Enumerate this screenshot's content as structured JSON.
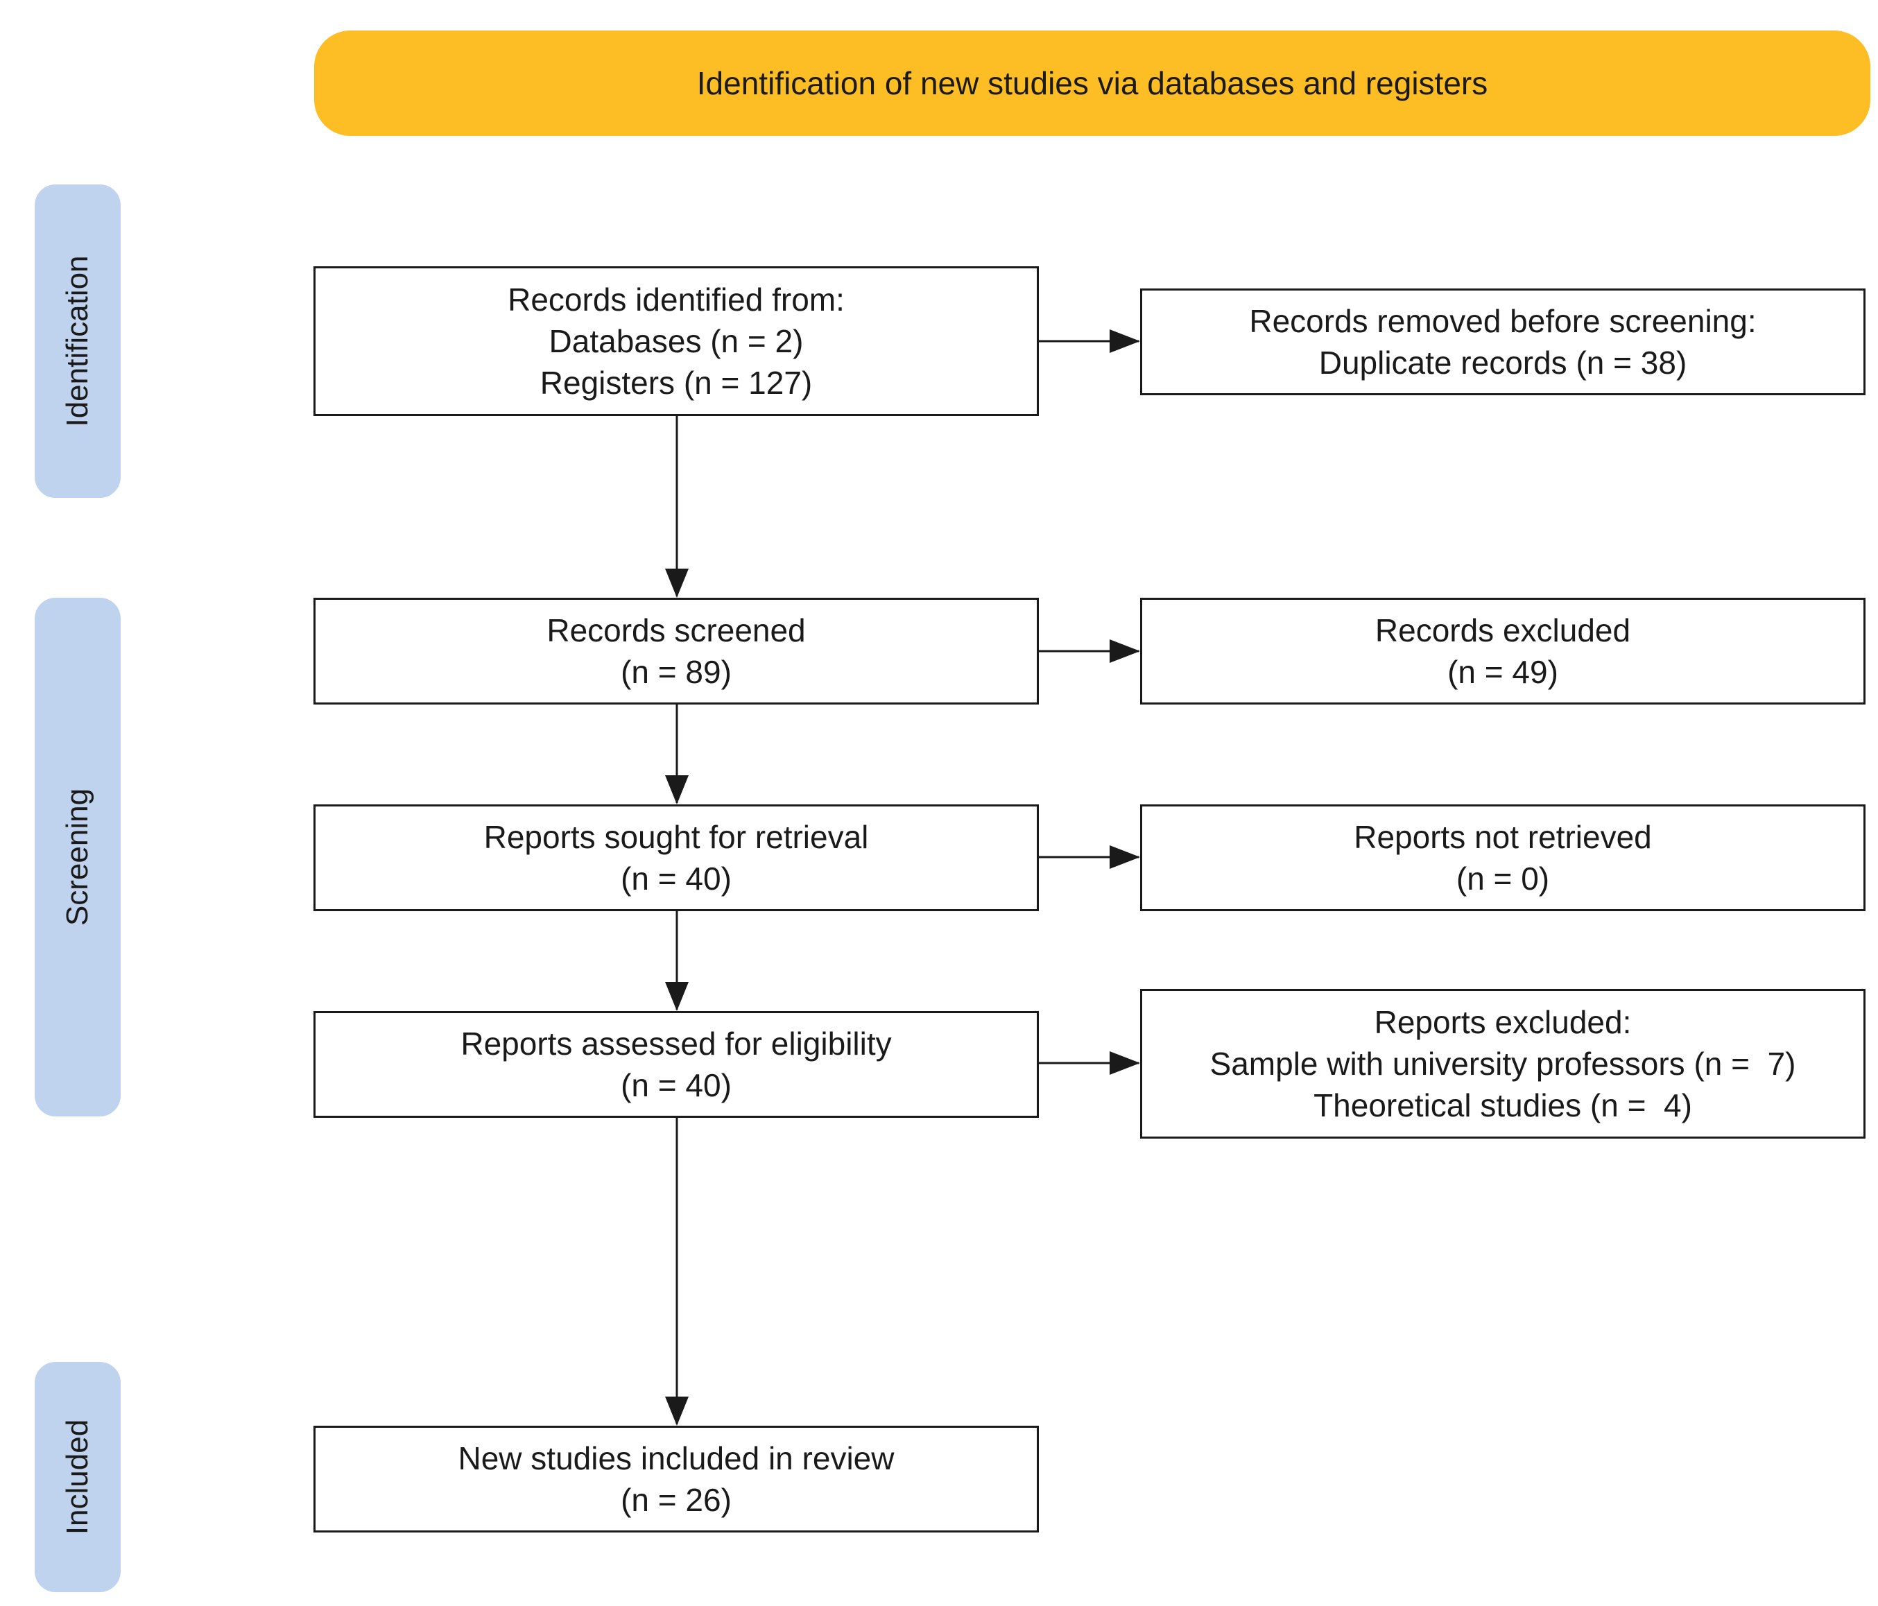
{
  "header": {
    "title": "Identification of new studies via databases and registers"
  },
  "phases": {
    "identification": "Identification",
    "screening": "Screening",
    "included": "Included"
  },
  "boxes": {
    "records_identified": [
      "Records identified from:",
      "Databases (n = 2)",
      "Registers (n = 127)"
    ],
    "records_removed": [
      "Records removed before screening:",
      "Duplicate records (n = 38)"
    ],
    "records_screened": [
      "Records screened",
      "(n = 89)"
    ],
    "records_excluded": [
      "Records excluded",
      "(n = 49)"
    ],
    "reports_sought": [
      "Reports sought for retrieval",
      "(n = 40)"
    ],
    "reports_not_retrieved": [
      "Reports not retrieved",
      "(n = 0)"
    ],
    "reports_assessed": [
      "Reports assessed for eligibility",
      "(n = 40)"
    ],
    "reports_excluded": [
      "Reports excluded:",
      "Sample with university professors (n =  7)",
      "Theoretical studies (n =  4)"
    ],
    "studies_included": [
      "New studies included in review",
      "(n = 26)"
    ]
  },
  "colors": {
    "header_fill": "#fdbd24",
    "phase_fill": "#bfd3ee",
    "line": "#1a1a1a"
  }
}
